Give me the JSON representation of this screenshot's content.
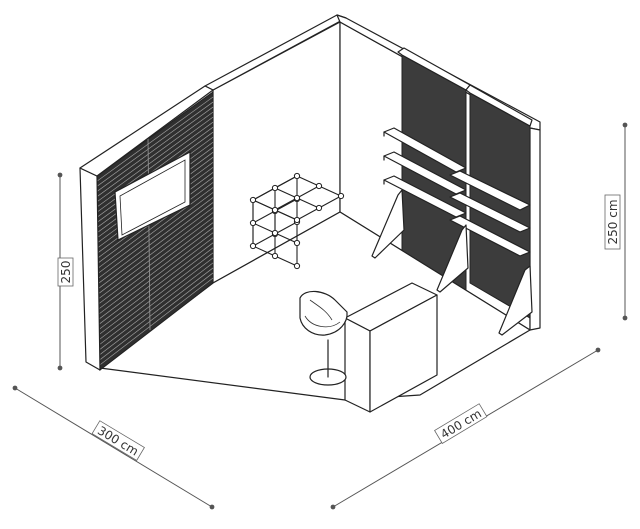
{
  "dimensions": {
    "width_label": "300 cm",
    "depth_label": "400 cm",
    "height_left_label": "250",
    "height_right_label": "250 cm"
  }
}
